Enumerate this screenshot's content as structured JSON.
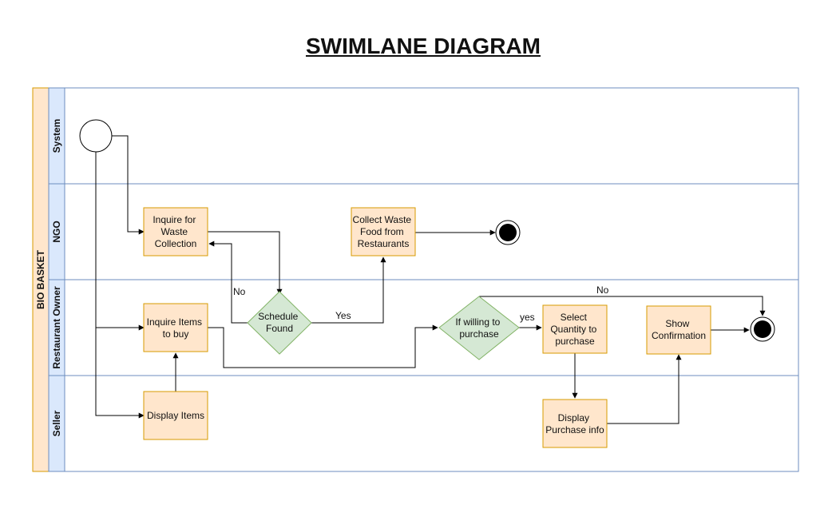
{
  "title": "SWIMLANE DIAGRAM",
  "pool": {
    "label": "BIO BASKET"
  },
  "lanes": [
    "System",
    "NGO",
    "Restaurant Owner",
    "Seller"
  ],
  "nodes": {
    "inquire_waste": [
      "Inquire for",
      "Waste",
      "Collection"
    ],
    "collect_waste": [
      "Collect Waste",
      "Food from",
      "Restaurants"
    ],
    "schedule_found": [
      "Schedule",
      "Found"
    ],
    "inquire_items": [
      "Inquire Items",
      "to buy"
    ],
    "if_willing": [
      "If willing to",
      "purchase"
    ],
    "select_quantity": [
      "Select",
      "Quantity to",
      "purchase"
    ],
    "show_confirmation": [
      "Show",
      "Confirmation"
    ],
    "display_items": [
      "Display Items"
    ],
    "display_purchase": [
      "Display",
      "Purchase info"
    ]
  },
  "edge_labels": {
    "no_schedule": "No",
    "yes_schedule": "Yes",
    "yes_purchase": "yes",
    "no_purchase": "No"
  },
  "colors": {
    "process_fill": "#ffe6cc",
    "process_stroke": "#d79b00",
    "decision_fill": "#d5e8d4",
    "decision_stroke": "#82b366",
    "lane_stroke": "#6c8ebf",
    "lane_header_fill": "#dae8fc",
    "pool_header_fill": "#ffe6cc",
    "pool_header_stroke": "#d79b00"
  }
}
